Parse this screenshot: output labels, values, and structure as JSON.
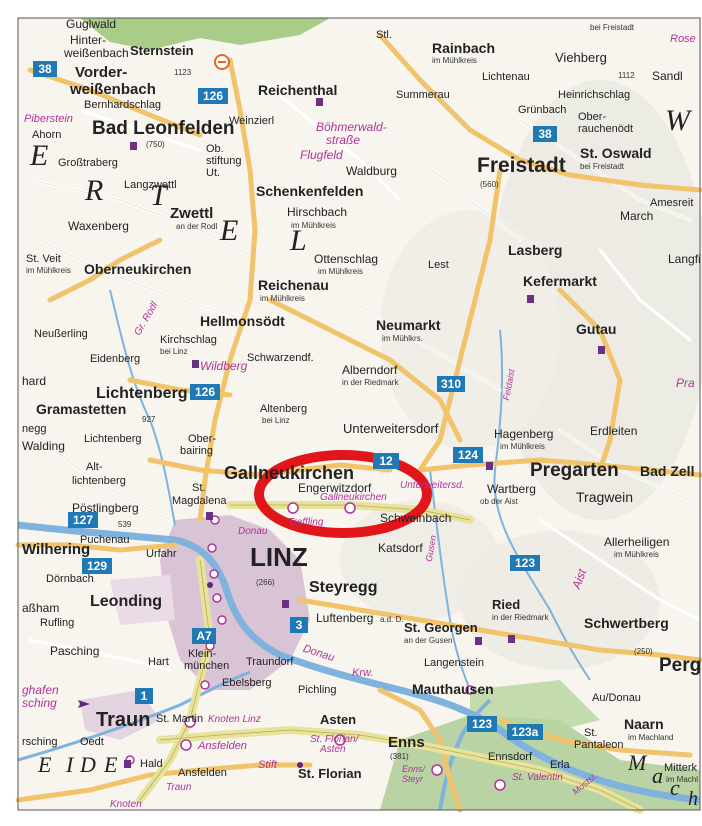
{
  "map": {
    "background": "#f7f5ee",
    "colors": {
      "road_major": "#f1c36a",
      "road_motorway": "#e8e39a",
      "road_minor": "#ffffff",
      "city": "#d9c4d6",
      "water": "#7fb2dd",
      "forest": "#a9cc88",
      "highlight_ring": "#e1161b",
      "shield": "#1f79b5",
      "pink_label": "#b0339a"
    },
    "shields": [
      {
        "label": "38"
      },
      {
        "label": "126"
      },
      {
        "label": "38"
      },
      {
        "label": "310"
      },
      {
        "label": "126"
      },
      {
        "label": "124"
      },
      {
        "label": "127"
      },
      {
        "label": "129"
      },
      {
        "label": "123"
      },
      {
        "label": "A7"
      },
      {
        "label": "3"
      },
      {
        "label": "1"
      },
      {
        "label": "123"
      },
      {
        "label": "123a"
      },
      {
        "label": "12"
      }
    ],
    "places": [
      {
        "name": "Guglwald"
      },
      {
        "name": "Hinter-"
      },
      {
        "name": "weißenbach"
      },
      {
        "name": "Sternstein"
      },
      {
        "name": "1123"
      },
      {
        "name": "Vorder-"
      },
      {
        "name": "weißenbach"
      },
      {
        "name": "Bernhardschlag"
      },
      {
        "name": "Piberstein"
      },
      {
        "name": "Ahorn"
      },
      {
        "name": "Bad Leonfelden"
      },
      {
        "name": "(750)"
      },
      {
        "name": "Weinzierl"
      },
      {
        "name": "Ob."
      },
      {
        "name": "stiftung"
      },
      {
        "name": "Ut."
      },
      {
        "name": "Großtraberg"
      },
      {
        "name": "Langzwettl"
      },
      {
        "name": "Reichenthal"
      },
      {
        "name": "Rainbach"
      },
      {
        "name": "im Mühlkreis"
      },
      {
        "name": "Summerau"
      },
      {
        "name": "Lichtenau"
      },
      {
        "name": "Heinrichschlag"
      },
      {
        "name": "Grünbach"
      },
      {
        "name": "Viehberg"
      },
      {
        "name": "1112"
      },
      {
        "name": "Sandl"
      },
      {
        "name": "Ober-"
      },
      {
        "name": "rauchenödt"
      },
      {
        "name": "Böhmerwald-"
      },
      {
        "name": "straße"
      },
      {
        "name": "Flugfeld"
      },
      {
        "name": "Waldburg"
      },
      {
        "name": "Freistadt"
      },
      {
        "name": "(560)"
      },
      {
        "name": "St. Oswald"
      },
      {
        "name": "bei Freistadt"
      },
      {
        "name": "Schenkenfelden"
      },
      {
        "name": "Hirschbach"
      },
      {
        "name": "im Mühlkreis"
      },
      {
        "name": "March"
      },
      {
        "name": "Amesreit"
      },
      {
        "name": "Waxenberg"
      },
      {
        "name": "Zwettl"
      },
      {
        "name": "an der Rodl"
      },
      {
        "name": "St. Veit"
      },
      {
        "name": "im Mühlkreis"
      },
      {
        "name": "Oberneukirchen"
      },
      {
        "name": "Ottenschlag"
      },
      {
        "name": "im Mühlkreis"
      },
      {
        "name": "Lest"
      },
      {
        "name": "Lasberg"
      },
      {
        "name": "Reichenau"
      },
      {
        "name": "im Mühlkreis"
      },
      {
        "name": "Kefermarkt"
      },
      {
        "name": "Langfi"
      },
      {
        "name": "Hellmonsödt"
      },
      {
        "name": "Neußerling"
      },
      {
        "name": "Gr. Rodl"
      },
      {
        "name": "Kirchschlag"
      },
      {
        "name": "bei Linz"
      },
      {
        "name": "Wildberg"
      },
      {
        "name": "Eidenberg"
      },
      {
        "name": "Schwarzendf."
      },
      {
        "name": "Neumarkt"
      },
      {
        "name": "im Mühlkrs."
      },
      {
        "name": "Gutau"
      },
      {
        "name": "hard"
      },
      {
        "name": "Lichtenberg"
      },
      {
        "name": "927"
      },
      {
        "name": "Gramastetten"
      },
      {
        "name": "Alberndorf"
      },
      {
        "name": "in der Riedmark"
      },
      {
        "name": "Feldaist"
      },
      {
        "name": "Altenberg"
      },
      {
        "name": "bei Linz"
      },
      {
        "name": "Unterweitersdorf"
      },
      {
        "name": "Hagenberg"
      },
      {
        "name": "im Mühlkreis"
      },
      {
        "name": "Erdleiten"
      },
      {
        "name": "negg"
      },
      {
        "name": "Walding"
      },
      {
        "name": "Lichtenberg"
      },
      {
        "name": "Ober-"
      },
      {
        "name": "bairing"
      },
      {
        "name": "Alt-"
      },
      {
        "name": "lichtenberg"
      },
      {
        "name": "Gallneukirchen"
      },
      {
        "name": "Engerwitzdorf"
      },
      {
        "name": "Unterweitersd."
      },
      {
        "name": "Wartberg"
      },
      {
        "name": "ob der Aist"
      },
      {
        "name": "Pregarten"
      },
      {
        "name": "Bad Zell"
      },
      {
        "name": "Tragwein"
      },
      {
        "name": "Pöstlingberg"
      },
      {
        "name": "539"
      },
      {
        "name": "Magdalena"
      },
      {
        "name": "St."
      },
      {
        "name": "Gallneukirchen"
      },
      {
        "name": "Treffling"
      },
      {
        "name": "Schweinbach"
      },
      {
        "name": "Puchenau"
      },
      {
        "name": "Urfahr"
      },
      {
        "name": "Donau"
      },
      {
        "name": "Wilhering"
      },
      {
        "name": "LINZ"
      },
      {
        "name": "(266)"
      },
      {
        "name": "Katsdorf"
      },
      {
        "name": "Gusen"
      },
      {
        "name": "Allerheiligen"
      },
      {
        "name": "im Mühlkreis"
      },
      {
        "name": "Steyregg"
      },
      {
        "name": "Dörnbach"
      },
      {
        "name": "Leonding"
      },
      {
        "name": "aßham"
      },
      {
        "name": "Rufling"
      },
      {
        "name": "Aist"
      },
      {
        "name": "Luftenberg"
      },
      {
        "name": "a.d. D."
      },
      {
        "name": "Ried"
      },
      {
        "name": "in der Riedmark"
      },
      {
        "name": "Schwertberg"
      },
      {
        "name": "St. Georgen"
      },
      {
        "name": "an der Gusen"
      },
      {
        "name": "(250)"
      },
      {
        "name": "Pasching"
      },
      {
        "name": "Klein-"
      },
      {
        "name": "münchen"
      },
      {
        "name": "Traundorf"
      },
      {
        "name": "Hart"
      },
      {
        "name": "Langenstein"
      },
      {
        "name": "Perg"
      },
      {
        "name": "Donau"
      },
      {
        "name": "Krw."
      },
      {
        "name": "ghafen"
      },
      {
        "name": "sching"
      },
      {
        "name": "Ebelsberg"
      },
      {
        "name": "Pichling"
      },
      {
        "name": "Mauthausen"
      },
      {
        "name": "Au/Donau"
      },
      {
        "name": "Traun"
      },
      {
        "name": "St. Martin"
      },
      {
        "name": "Knoten Linz"
      },
      {
        "name": "Asten"
      },
      {
        "name": "rsching"
      },
      {
        "name": "Oedt"
      },
      {
        "name": "Ansfelden"
      },
      {
        "name": "St. Florian/"
      },
      {
        "name": "Asten"
      },
      {
        "name": "Enns"
      },
      {
        "name": "(381)"
      },
      {
        "name": "Ennsdorf"
      },
      {
        "name": "St."
      },
      {
        "name": "Pantaleon"
      },
      {
        "name": "Naarn"
      },
      {
        "name": "im Machland"
      },
      {
        "name": "Hald"
      },
      {
        "name": "Ansfelden"
      },
      {
        "name": "Stift"
      },
      {
        "name": "St. Florian"
      },
      {
        "name": "Enns/"
      },
      {
        "name": "Steyr"
      },
      {
        "name": "Erla"
      },
      {
        "name": "St. Valentin"
      },
      {
        "name": "Mitterk"
      },
      {
        "name": "im Machl"
      },
      {
        "name": "Traun"
      },
      {
        "name": "Knoten"
      },
      {
        "name": "Mostst."
      },
      {
        "name": "Rose"
      },
      {
        "name": "bei Freistadt"
      },
      {
        "name": "Pra"
      },
      {
        "name": "Stl."
      }
    ],
    "region_letters": [
      {
        "text": "E"
      },
      {
        "text": "R"
      },
      {
        "text": "T"
      },
      {
        "text": "E"
      },
      {
        "text": "L"
      },
      {
        "text": "W"
      },
      {
        "text": "E"
      },
      {
        "text": "I"
      },
      {
        "text": "D"
      },
      {
        "text": "E"
      },
      {
        "text": "M"
      },
      {
        "text": "a"
      },
      {
        "text": "c"
      },
      {
        "text": "h"
      }
    ]
  }
}
